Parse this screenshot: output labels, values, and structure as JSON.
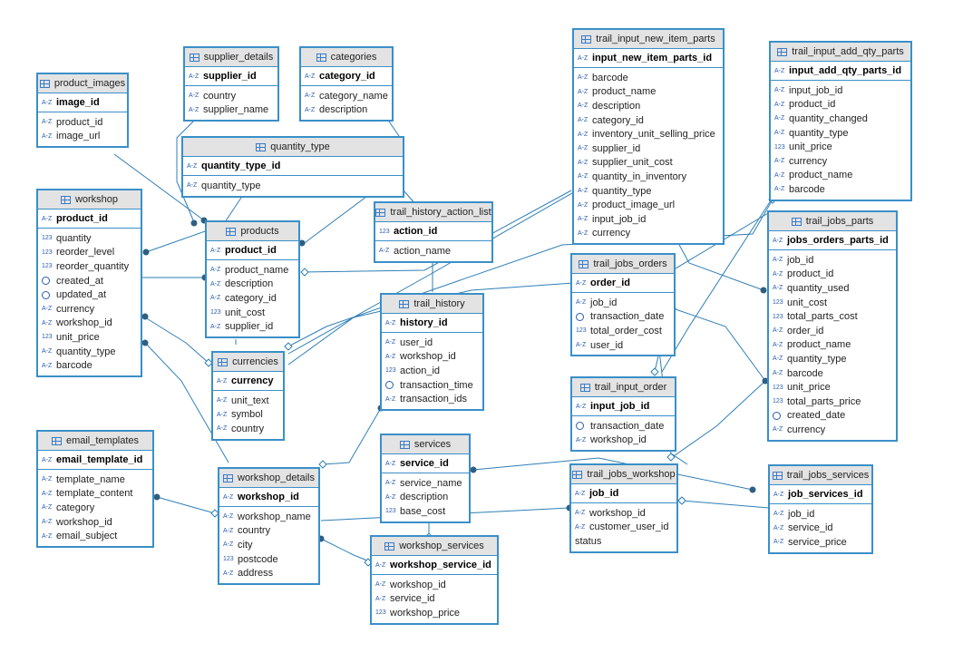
{
  "tables": [
    {
      "id": "product_images",
      "name": "product_images",
      "pk": {
        "name": "image_id",
        "type": "az"
      },
      "columns": [
        {
          "name": "product_id",
          "type": "az"
        },
        {
          "name": "image_url",
          "type": "az"
        }
      ]
    },
    {
      "id": "supplier_details",
      "name": "supplier_details",
      "pk": {
        "name": "supplier_id",
        "type": "az"
      },
      "columns": [
        {
          "name": "country",
          "type": "az"
        },
        {
          "name": "supplier_name",
          "type": "az"
        }
      ]
    },
    {
      "id": "categories",
      "name": "categories",
      "pk": {
        "name": "category_id",
        "type": "az"
      },
      "columns": [
        {
          "name": "category_name",
          "type": "az"
        },
        {
          "name": "description",
          "type": "az"
        }
      ]
    },
    {
      "id": "quantity_type",
      "name": "quantity_type",
      "pk": {
        "name": "quantity_type_id",
        "type": "az"
      },
      "columns": [
        {
          "name": "quantity_type",
          "type": "az"
        }
      ]
    },
    {
      "id": "workshop",
      "name": "workshop",
      "pk": {
        "name": "product_id",
        "type": "az"
      },
      "columns": [
        {
          "name": "quantity",
          "type": "num"
        },
        {
          "name": "reorder_level",
          "type": "num"
        },
        {
          "name": "reorder_quantity",
          "type": "num"
        },
        {
          "name": "created_at",
          "type": "clock"
        },
        {
          "name": "updated_at",
          "type": "clock"
        },
        {
          "name": "currency",
          "type": "az"
        },
        {
          "name": "workshop_id",
          "type": "az"
        },
        {
          "name": "unit_price",
          "type": "num"
        },
        {
          "name": "quantity_type",
          "type": "az"
        },
        {
          "name": "barcode",
          "type": "az"
        }
      ]
    },
    {
      "id": "products",
      "name": "products",
      "pk": {
        "name": "product_id",
        "type": "az"
      },
      "columns": [
        {
          "name": "product_name",
          "type": "az"
        },
        {
          "name": "description",
          "type": "az"
        },
        {
          "name": "category_id",
          "type": "az"
        },
        {
          "name": "unit_cost",
          "type": "num"
        },
        {
          "name": "supplier_id",
          "type": "az"
        }
      ]
    },
    {
      "id": "trail_history_action_list",
      "name": "trail_history_action_list",
      "pk": {
        "name": "action_id",
        "type": "num"
      },
      "columns": [
        {
          "name": "action_name",
          "type": "az"
        }
      ]
    },
    {
      "id": "currencies",
      "name": "currencies",
      "pk": {
        "name": "currency",
        "type": "az"
      },
      "columns": [
        {
          "name": "unit_text",
          "type": "az"
        },
        {
          "name": "symbol",
          "type": "az"
        },
        {
          "name": "country",
          "type": "az"
        }
      ]
    },
    {
      "id": "trail_history",
      "name": "trail_history",
      "pk": {
        "name": "history_id",
        "type": "az"
      },
      "columns": [
        {
          "name": "user_id",
          "type": "az"
        },
        {
          "name": "workshop_id",
          "type": "az"
        },
        {
          "name": "action_id",
          "type": "num"
        },
        {
          "name": "transaction_time",
          "type": "clock"
        },
        {
          "name": "transaction_ids",
          "type": "az"
        }
      ]
    },
    {
      "id": "trail_input_new_item_parts",
      "name": "trail_input_new_item_parts",
      "pk": {
        "name": "input_new_item_parts_id",
        "type": "az"
      },
      "columns": [
        {
          "name": "barcode",
          "type": "az"
        },
        {
          "name": "product_name",
          "type": "az"
        },
        {
          "name": "description",
          "type": "az"
        },
        {
          "name": "category_id",
          "type": "az"
        },
        {
          "name": "inventory_unit_selling_price",
          "type": "az"
        },
        {
          "name": "supplier_id",
          "type": "az"
        },
        {
          "name": "supplier_unit_cost",
          "type": "az"
        },
        {
          "name": "quantity_in_inventory",
          "type": "az"
        },
        {
          "name": "quantity_type",
          "type": "az"
        },
        {
          "name": "product_image_url",
          "type": "az"
        },
        {
          "name": "input_job_id",
          "type": "az"
        },
        {
          "name": "currency",
          "type": "az"
        }
      ]
    },
    {
      "id": "trail_input_add_qty_parts",
      "name": "trail_input_add_qty_parts",
      "pk": {
        "name": "input_add_qty_parts_id",
        "type": "az"
      },
      "columns": [
        {
          "name": "input_job_id",
          "type": "az"
        },
        {
          "name": "product_id",
          "type": "az"
        },
        {
          "name": "quantity_changed",
          "type": "az"
        },
        {
          "name": "quantity_type",
          "type": "az"
        },
        {
          "name": "unit_price",
          "type": "num"
        },
        {
          "name": "currency",
          "type": "az"
        },
        {
          "name": "product_name",
          "type": "az"
        },
        {
          "name": "barcode",
          "type": "az"
        }
      ]
    },
    {
      "id": "trail_jobs_parts",
      "name": "trail_jobs_parts",
      "pk": {
        "name": "jobs_orders_parts_id",
        "type": "az"
      },
      "columns": [
        {
          "name": "job_id",
          "type": "az"
        },
        {
          "name": "product_id",
          "type": "az"
        },
        {
          "name": "quantity_used",
          "type": "az"
        },
        {
          "name": "unit_cost",
          "type": "num"
        },
        {
          "name": "total_parts_cost",
          "type": "num"
        },
        {
          "name": "order_id",
          "type": "az"
        },
        {
          "name": "product_name",
          "type": "az"
        },
        {
          "name": "quantity_type",
          "type": "az"
        },
        {
          "name": "barcode",
          "type": "az"
        },
        {
          "name": "unit_price",
          "type": "num"
        },
        {
          "name": "total_parts_price",
          "type": "num"
        },
        {
          "name": "created_date",
          "type": "clock"
        },
        {
          "name": "currency",
          "type": "az"
        }
      ]
    },
    {
      "id": "trail_jobs_orders",
      "name": "trail_jobs_orders",
      "pk": {
        "name": "order_id",
        "type": "az"
      },
      "columns": [
        {
          "name": "job_id",
          "type": "az"
        },
        {
          "name": "transaction_date",
          "type": "clock"
        },
        {
          "name": "total_order_cost",
          "type": "num"
        },
        {
          "name": "user_id",
          "type": "az"
        }
      ]
    },
    {
      "id": "trail_input_order",
      "name": "trail_input_order",
      "pk": {
        "name": "input_job_id",
        "type": "az"
      },
      "columns": [
        {
          "name": "transaction_date",
          "type": "clock"
        },
        {
          "name": "workshop_id",
          "type": "az"
        }
      ]
    },
    {
      "id": "email_templates",
      "name": "email_templates",
      "pk": {
        "name": "email_template_id",
        "type": "az"
      },
      "columns": [
        {
          "name": "template_name",
          "type": "az"
        },
        {
          "name": "template_content",
          "type": "az"
        },
        {
          "name": "category",
          "type": "az"
        },
        {
          "name": "workshop_id",
          "type": "az"
        },
        {
          "name": "email_subject",
          "type": "az"
        }
      ]
    },
    {
      "id": "services",
      "name": "services",
      "pk": {
        "name": "service_id",
        "type": "az"
      },
      "columns": [
        {
          "name": "service_name",
          "type": "az"
        },
        {
          "name": "description",
          "type": "az"
        },
        {
          "name": "base_cost",
          "type": "num"
        }
      ]
    },
    {
      "id": "workshop_details",
      "name": "workshop_details",
      "pk": {
        "name": "workshop_id",
        "type": "az"
      },
      "columns": [
        {
          "name": "workshop_name",
          "type": "az"
        },
        {
          "name": "country",
          "type": "az"
        },
        {
          "name": "city",
          "type": "az"
        },
        {
          "name": "postcode",
          "type": "num"
        },
        {
          "name": "address",
          "type": "az"
        }
      ]
    },
    {
      "id": "trail_jobs_workshop",
      "name": "trail_jobs_workshop",
      "pk": {
        "name": "job_id",
        "type": "az"
      },
      "columns": [
        {
          "name": "workshop_id",
          "type": "az"
        },
        {
          "name": "customer_user_id",
          "type": "az"
        },
        {
          "name": "status",
          "type": "none"
        }
      ]
    },
    {
      "id": "trail_jobs_services",
      "name": "trail_jobs_services",
      "pk": {
        "name": "job_services_id",
        "type": "az"
      },
      "columns": [
        {
          "name": "job_id",
          "type": "az"
        },
        {
          "name": "service_id",
          "type": "az"
        },
        {
          "name": "service_price",
          "type": "az"
        }
      ]
    },
    {
      "id": "workshop_services",
      "name": "workshop_services",
      "pk": {
        "name": "workshop_service_id",
        "type": "az"
      },
      "columns": [
        {
          "name": "workshop_id",
          "type": "az"
        },
        {
          "name": "service_id",
          "type": "az"
        },
        {
          "name": "workshop_price",
          "type": "num"
        }
      ]
    }
  ],
  "type_glyphs": {
    "az": "A-Z",
    "num": "123",
    "clock": "",
    "none": ""
  },
  "colors": {
    "border": "#3a8fc8",
    "header_bg": "#e3e3e3",
    "line": "#2f7fb6",
    "connector_dot": "#2e5f80",
    "type_icon": "#2a5db0"
  }
}
